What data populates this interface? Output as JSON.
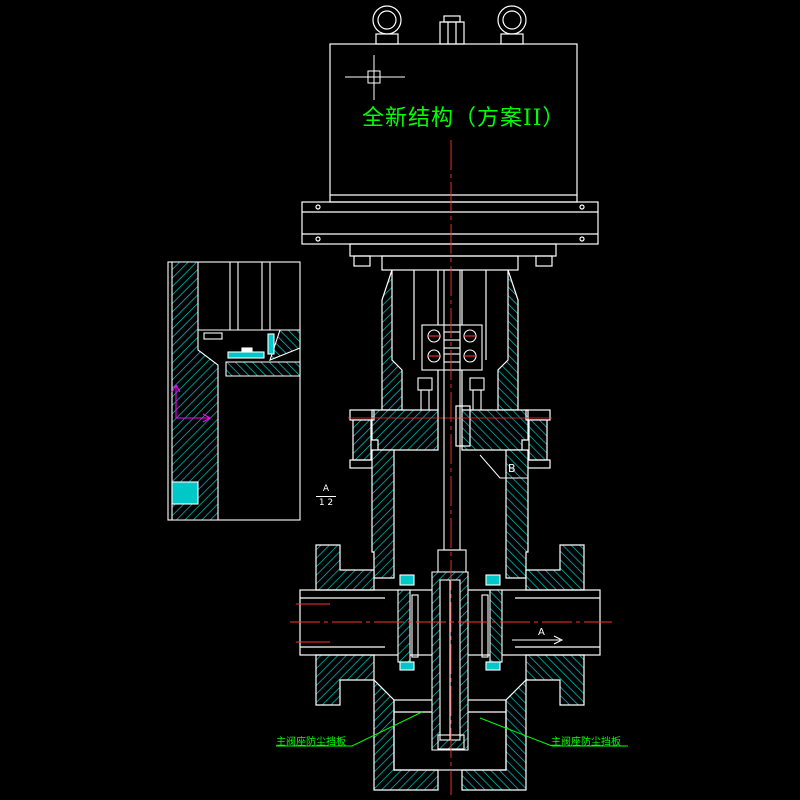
{
  "title": "全新结构（方案II）",
  "annotations": {
    "left_note": "主阀座防尘挡板",
    "right_note": "主阀座防尘挡板",
    "section_mark": "B",
    "flow_mark": "A",
    "detail_ref_top": "A",
    "detail_ref_bottom": "1 2"
  },
  "colors": {
    "background": "#000000",
    "outline": "#ffffff",
    "section_hatch": "#00c8c8",
    "centerline": "#ff3030",
    "text": "#00ff00",
    "leader": "#00ff00",
    "coordinate_axes": "#ff00ff"
  }
}
